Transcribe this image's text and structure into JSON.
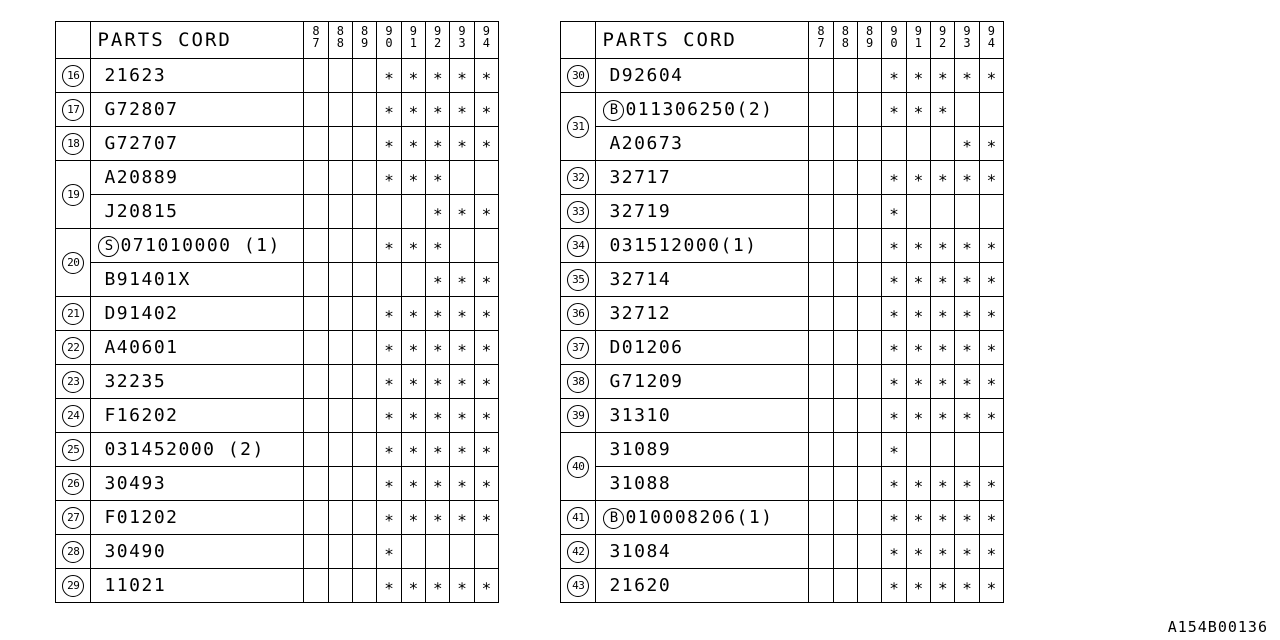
{
  "header": {
    "parts_label": "PARTS CORD"
  },
  "years": [
    [
      "8",
      "7"
    ],
    [
      "8",
      "8"
    ],
    [
      "8",
      "9"
    ],
    [
      "9",
      "0"
    ],
    [
      "9",
      "1"
    ],
    [
      "9",
      "2"
    ],
    [
      "9",
      "3"
    ],
    [
      "9",
      "4"
    ]
  ],
  "mark_symbol": "∗",
  "left_table": [
    {
      "ref": "16",
      "parts": [
        {
          "code": "21623",
          "marks": [
            0,
            0,
            0,
            1,
            1,
            1,
            1,
            1
          ]
        }
      ]
    },
    {
      "ref": "17",
      "parts": [
        {
          "code": "G72807",
          "marks": [
            0,
            0,
            0,
            1,
            1,
            1,
            1,
            1
          ]
        }
      ]
    },
    {
      "ref": "18",
      "parts": [
        {
          "code": "G72707",
          "marks": [
            0,
            0,
            0,
            1,
            1,
            1,
            1,
            1
          ]
        }
      ]
    },
    {
      "ref": "19",
      "parts": [
        {
          "code": "A20889",
          "marks": [
            0,
            0,
            0,
            1,
            1,
            1,
            0,
            0
          ]
        },
        {
          "code": "J20815",
          "marks": [
            0,
            0,
            0,
            0,
            0,
            1,
            1,
            1
          ]
        }
      ]
    },
    {
      "ref": "20",
      "parts": [
        {
          "prefix": "S",
          "code": "071010000 (1)",
          "marks": [
            0,
            0,
            0,
            1,
            1,
            1,
            0,
            0
          ]
        },
        {
          "code": "B91401X",
          "marks": [
            0,
            0,
            0,
            0,
            0,
            1,
            1,
            1
          ]
        }
      ]
    },
    {
      "ref": "21",
      "parts": [
        {
          "code": "D91402",
          "marks": [
            0,
            0,
            0,
            1,
            1,
            1,
            1,
            1
          ]
        }
      ]
    },
    {
      "ref": "22",
      "parts": [
        {
          "code": "A40601",
          "marks": [
            0,
            0,
            0,
            1,
            1,
            1,
            1,
            1
          ]
        }
      ]
    },
    {
      "ref": "23",
      "parts": [
        {
          "code": "32235",
          "marks": [
            0,
            0,
            0,
            1,
            1,
            1,
            1,
            1
          ]
        }
      ]
    },
    {
      "ref": "24",
      "parts": [
        {
          "code": "F16202",
          "marks": [
            0,
            0,
            0,
            1,
            1,
            1,
            1,
            1
          ]
        }
      ]
    },
    {
      "ref": "25",
      "parts": [
        {
          "code": "031452000 (2)",
          "marks": [
            0,
            0,
            0,
            1,
            1,
            1,
            1,
            1
          ]
        }
      ]
    },
    {
      "ref": "26",
      "parts": [
        {
          "code": "30493",
          "marks": [
            0,
            0,
            0,
            1,
            1,
            1,
            1,
            1
          ]
        }
      ]
    },
    {
      "ref": "27",
      "parts": [
        {
          "code": "F01202",
          "marks": [
            0,
            0,
            0,
            1,
            1,
            1,
            1,
            1
          ]
        }
      ]
    },
    {
      "ref": "28",
      "parts": [
        {
          "code": "30490",
          "marks": [
            0,
            0,
            0,
            1,
            0,
            0,
            0,
            0
          ]
        }
      ]
    },
    {
      "ref": "29",
      "parts": [
        {
          "code": "11021",
          "marks": [
            0,
            0,
            0,
            1,
            1,
            1,
            1,
            1
          ]
        }
      ]
    }
  ],
  "right_table": [
    {
      "ref": "30",
      "parts": [
        {
          "code": "D92604",
          "marks": [
            0,
            0,
            0,
            1,
            1,
            1,
            1,
            1
          ]
        }
      ]
    },
    {
      "ref": "31",
      "parts": [
        {
          "prefix": "B",
          "code": "011306250(2)",
          "marks": [
            0,
            0,
            0,
            1,
            1,
            1,
            0,
            0
          ]
        },
        {
          "code": "A20673",
          "marks": [
            0,
            0,
            0,
            0,
            0,
            0,
            1,
            1
          ]
        }
      ]
    },
    {
      "ref": "32",
      "parts": [
        {
          "code": "32717",
          "marks": [
            0,
            0,
            0,
            1,
            1,
            1,
            1,
            1
          ]
        }
      ]
    },
    {
      "ref": "33",
      "parts": [
        {
          "code": "32719",
          "marks": [
            0,
            0,
            0,
            1,
            0,
            0,
            0,
            0
          ]
        }
      ]
    },
    {
      "ref": "34",
      "parts": [
        {
          "code": "031512000(1)",
          "marks": [
            0,
            0,
            0,
            1,
            1,
            1,
            1,
            1
          ]
        }
      ]
    },
    {
      "ref": "35",
      "parts": [
        {
          "code": "32714",
          "marks": [
            0,
            0,
            0,
            1,
            1,
            1,
            1,
            1
          ]
        }
      ]
    },
    {
      "ref": "36",
      "parts": [
        {
          "code": "32712",
          "marks": [
            0,
            0,
            0,
            1,
            1,
            1,
            1,
            1
          ]
        }
      ]
    },
    {
      "ref": "37",
      "parts": [
        {
          "code": "D01206",
          "marks": [
            0,
            0,
            0,
            1,
            1,
            1,
            1,
            1
          ]
        }
      ]
    },
    {
      "ref": "38",
      "parts": [
        {
          "code": "G71209",
          "marks": [
            0,
            0,
            0,
            1,
            1,
            1,
            1,
            1
          ]
        }
      ]
    },
    {
      "ref": "39",
      "parts": [
        {
          "code": "31310",
          "marks": [
            0,
            0,
            0,
            1,
            1,
            1,
            1,
            1
          ]
        }
      ]
    },
    {
      "ref": "40",
      "parts": [
        {
          "code": "31089",
          "marks": [
            0,
            0,
            0,
            1,
            0,
            0,
            0,
            0
          ]
        },
        {
          "code": "31088",
          "marks": [
            0,
            0,
            0,
            1,
            1,
            1,
            1,
            1
          ]
        }
      ]
    },
    {
      "ref": "41",
      "parts": [
        {
          "prefix": "B",
          "code": "010008206(1)",
          "marks": [
            0,
            0,
            0,
            1,
            1,
            1,
            1,
            1
          ]
        }
      ]
    },
    {
      "ref": "42",
      "parts": [
        {
          "code": "31084",
          "marks": [
            0,
            0,
            0,
            1,
            1,
            1,
            1,
            1
          ]
        }
      ]
    },
    {
      "ref": "43",
      "parts": [
        {
          "code": "21620",
          "marks": [
            0,
            0,
            0,
            1,
            1,
            1,
            1,
            1
          ]
        }
      ]
    }
  ],
  "footer": {
    "document_code": "A154B00136"
  }
}
